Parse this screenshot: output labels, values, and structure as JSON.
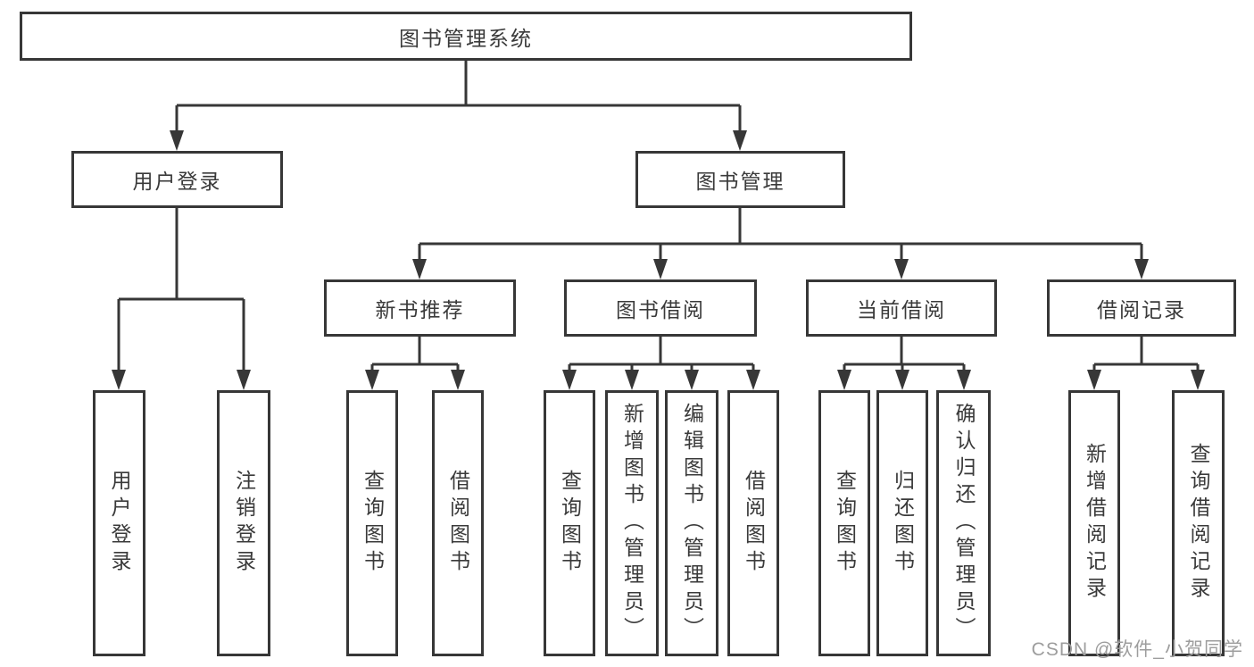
{
  "diagram": {
    "root": {
      "label": "图书管理系统"
    },
    "level2": {
      "user_login": {
        "label": "用户登录"
      },
      "book_mgmt": {
        "label": "图书管理"
      }
    },
    "level3": {
      "new_book_rec": {
        "label": "新书推荐"
      },
      "book_borrow": {
        "label": "图书借阅"
      },
      "current_borrow": {
        "label": "当前借阅"
      },
      "borrow_record": {
        "label": "借阅记录"
      }
    },
    "leaves": {
      "user_login_leaf": {
        "label": "用户登录"
      },
      "logout_leaf": {
        "label": "注销登录"
      },
      "nbr_query_book": {
        "label": "查询图书"
      },
      "nbr_borrow_book": {
        "label": "借阅图书"
      },
      "bb_query_book": {
        "label": "查询图书"
      },
      "bb_add_book": {
        "label": "新增图书（管理员）"
      },
      "bb_edit_book": {
        "label": "编辑图书（管理员）"
      },
      "bb_borrow_book": {
        "label": "借阅图书"
      },
      "cb_query_book": {
        "label": "查询图书"
      },
      "cb_return_book": {
        "label": "归还图书"
      },
      "cb_confirm_return": {
        "label": "确认归还（管理员）"
      },
      "br_add_record": {
        "label": "新增借阅记录"
      },
      "br_query_record": {
        "label": "查询借阅记录"
      }
    }
  },
  "watermark": {
    "text": "CSDN @软件_小贺同学"
  },
  "colors": {
    "line": "#373737",
    "text": "#3a3a3a",
    "background": "#ffffff",
    "watermark": "#9d9d9d"
  }
}
